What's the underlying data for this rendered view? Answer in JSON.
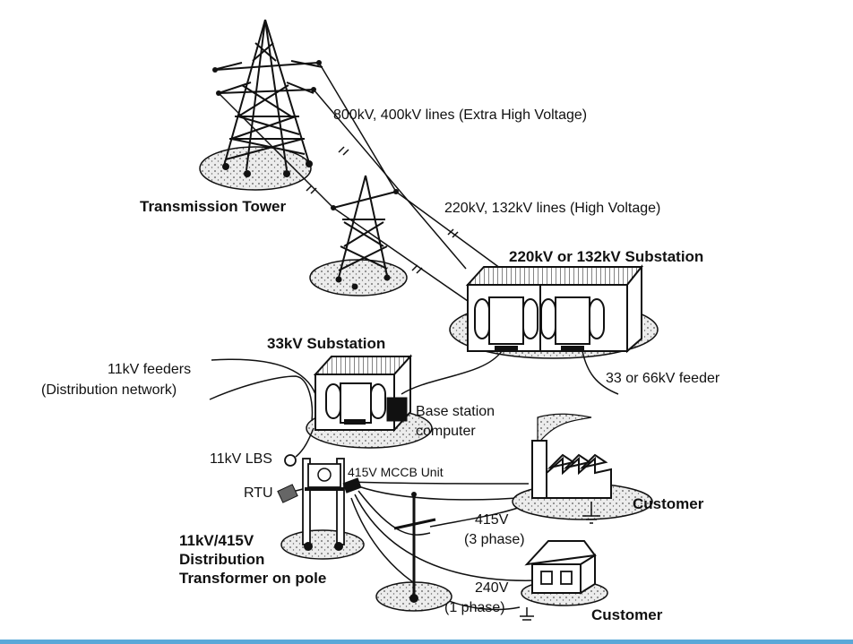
{
  "labels": {
    "extra_high_voltage": "800kV, 400kV lines (Extra High Voltage)",
    "transmission_tower": "Transmission Tower",
    "high_voltage": "220kV, 132kV lines (High Voltage)",
    "substation_220": "220kV or 132kV Substation",
    "substation_33": "33kV Substation",
    "feeders_11kv_line1": "11kV feeders",
    "feeders_11kv_line2": "(Distribution network)",
    "feeder_33_66": "33 or 66kV feeder",
    "base_station_line1": "Base station",
    "base_station_line2": "computer",
    "lbs": "11kV LBS",
    "mccb": "415V MCCB Unit",
    "rtu": "RTU",
    "customer_factory": "Customer",
    "voltage_415": "415V",
    "phase_3": "(3 phase)",
    "transformer_line1": "11kV/415V",
    "transformer_line2": "Distribution",
    "transformer_line3": "Transformer on pole",
    "voltage_240": "240V",
    "phase_1": "(1 phase)",
    "customer_house": "Customer"
  },
  "colors": {
    "ink": "#111111",
    "ground_fill": "#e9e9e9",
    "bottom_bar": "#5aa8d8"
  }
}
